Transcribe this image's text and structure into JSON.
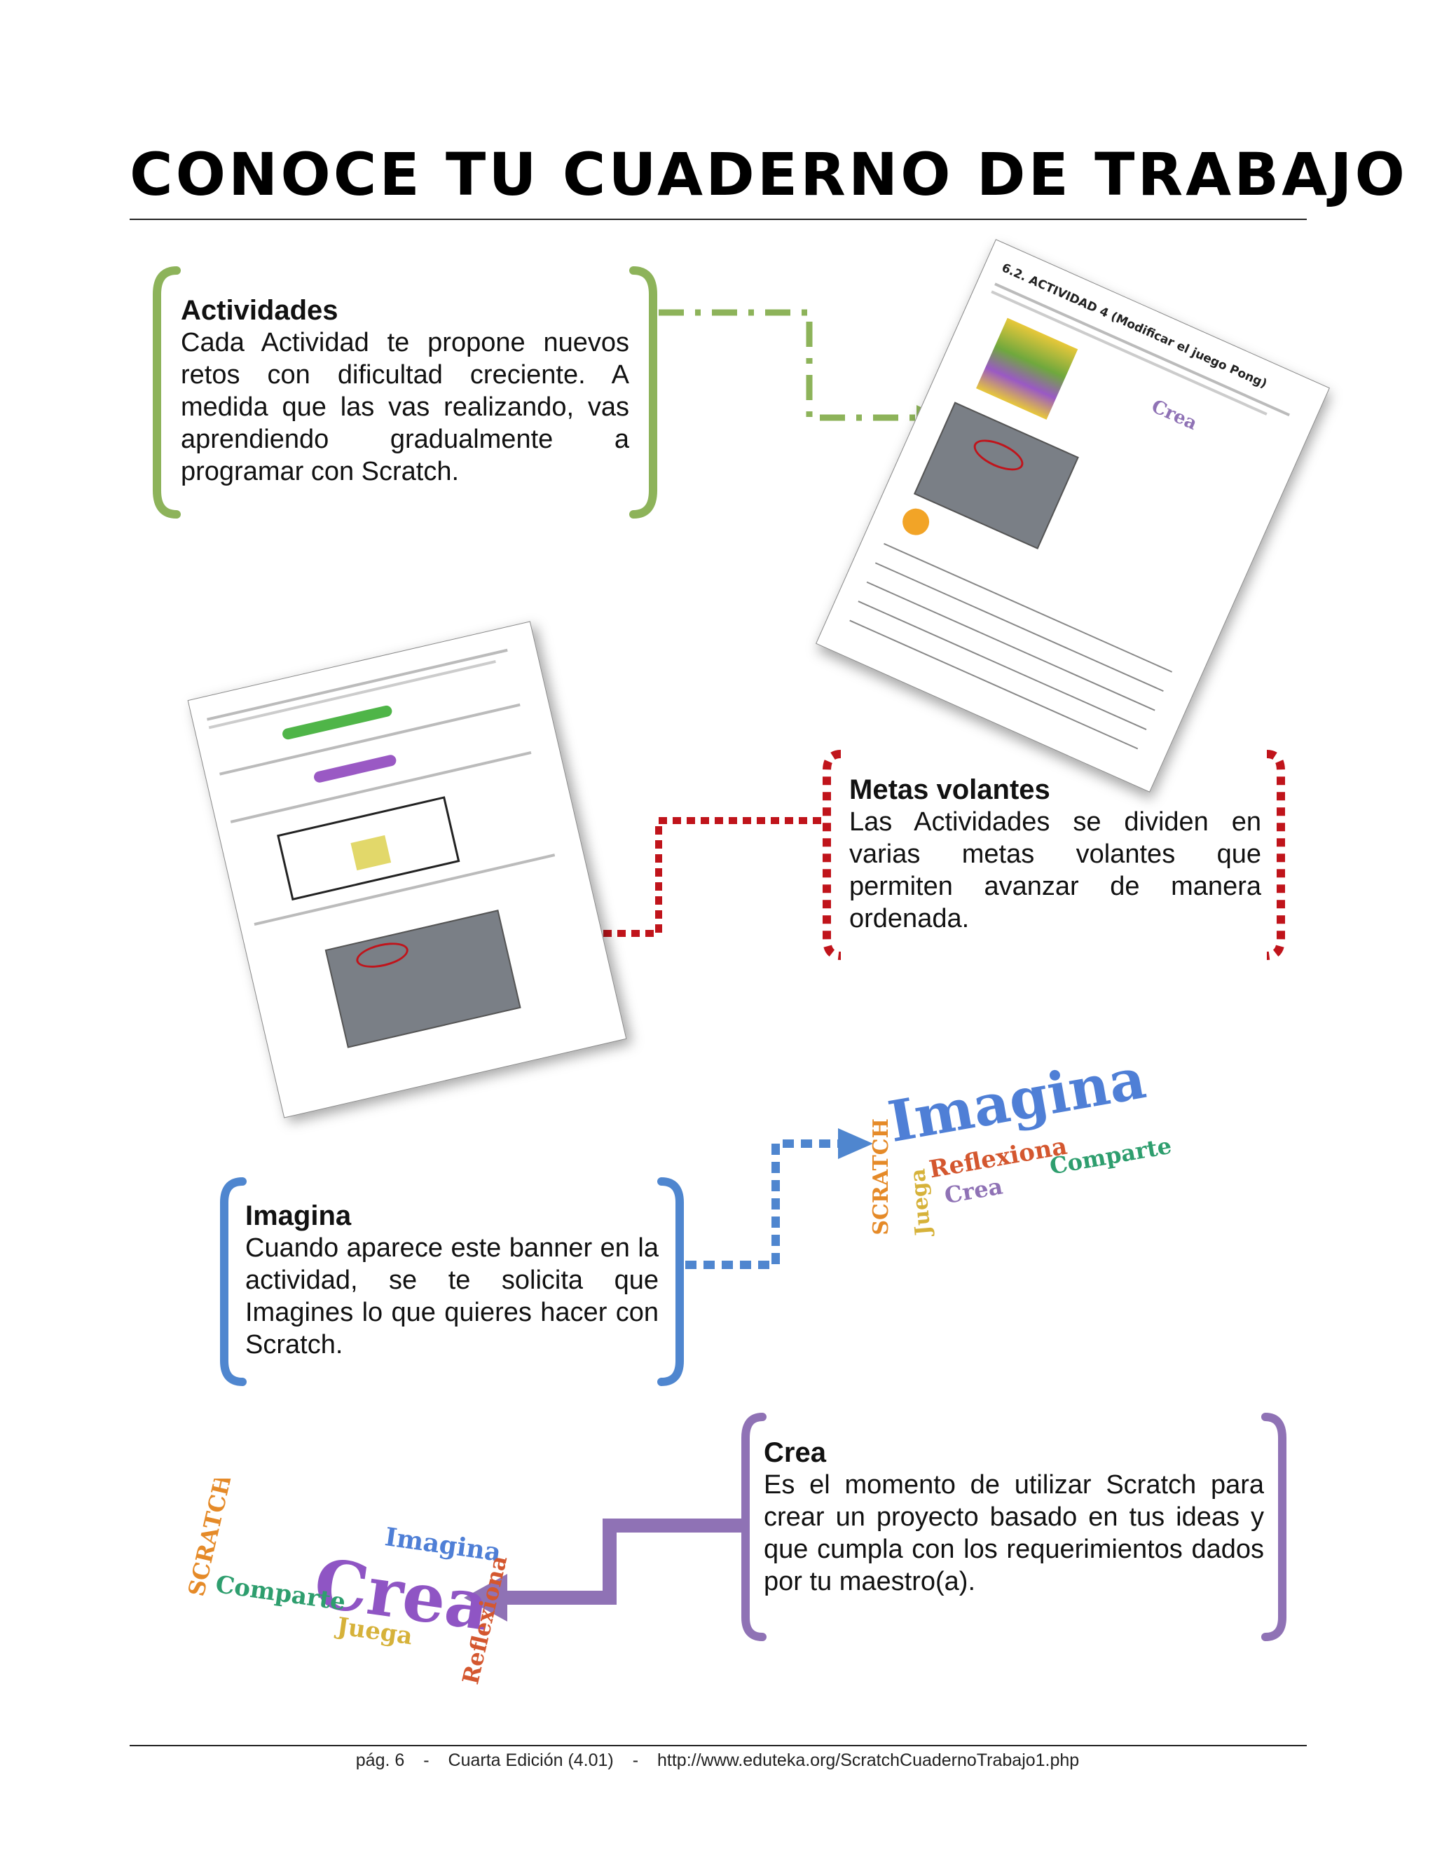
{
  "page": {
    "title": "CONOCE TU CUADERNO DE TRABAJO"
  },
  "callouts": {
    "actividades": {
      "heading": "Actividades",
      "text": "Cada Actividad te propone nuevos retos con dificultad creciente. A medida que las vas realizando, vas aprendiendo gradualmente a programar con Scratch.",
      "color": "#8db35a"
    },
    "metas": {
      "heading": "Metas volantes",
      "text": "Las Actividades se dividen en varias metas volantes que permiten avanzar de manera ordenada.",
      "color": "#c0141b"
    },
    "imagina": {
      "heading": "Imagina",
      "text": "Cuando aparece este banner en la actividad, se te solicita que Imagines lo que quieres hacer con Scratch.",
      "color": "#4f86cf"
    },
    "crea": {
      "heading": "Crea",
      "text": "Es el momento de utilizar Scratch para crear un proyecto basado en tus ideas y que cumpla con los requerimientos dados por tu maestro(a).",
      "color": "#8f72b5"
    }
  },
  "thumbnail_activity": {
    "heading": "6.2. ACTIVIDAD 4 (Modificar el juego Pong)"
  },
  "banner_imagina": {
    "words": [
      "Imagina",
      "SCRATCH",
      "Juega",
      "Reflexiona",
      "Crea",
      "Comparte"
    ]
  },
  "banner_crea": {
    "words": [
      "Crea",
      "Imagina",
      "SCRATCH",
      "Comparte",
      "Juega",
      "Reflexiona"
    ]
  },
  "footer": {
    "page": "pág. 6",
    "sep": "-",
    "edition": "Cuarta Edición (4.01)",
    "url": "http://www.eduteka.org/ScratchCuadernoTrabajo1.php"
  }
}
